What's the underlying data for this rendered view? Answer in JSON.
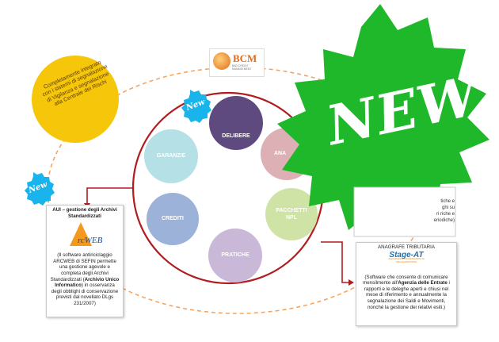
{
  "logo": {
    "name": "BCM",
    "subtitle": "BAD CREDIT MANAGEMENT"
  },
  "yellow_badge": "Completamente integrato con i sistemi di segnalazione di Vigilanza e segnalazione alla Centrale dei Rischi",
  "new_badges": [
    "New",
    "New"
  ],
  "big_new": "NEW",
  "circles": {
    "delibere": "DELIBERE",
    "garanzie": "GARANZIE",
    "crediti": "CREDITI",
    "pratiche": "PRATICHE",
    "pacchetti_line1": "PACCHETTI",
    "pacchetti_line2": "NPL",
    "anagrafe_partial": "ANA"
  },
  "aui_box": {
    "title": "AUI – gestione degli Archivi Standardizzati",
    "logo_text": "rcWEB",
    "body_pre": "(Il software antiriciclaggio ARCWEB di SEFIN permette una gestione agevole e completa degli Archivi Standardizzati (",
    "body_bold": "Archivio Unico Informatico",
    "body_post": ") in osservanza degli obblighi di conservazione previsti dal novellato DLgs 231/2007)"
  },
  "stage_box": {
    "title": "ANAGRAFE TRIBUTARIA",
    "logo_text": "Stage-AT",
    "logo_sub": "ANAGRAFE E INFORMAZIONI DI ORGANIZZAZIONE",
    "body_pre": "(Software che consente di comunicare mensilmente all'",
    "body_bold": "Agenzia  delle Entrate",
    "body_mid": " i rapporti e le deleghe aperti e chiusi nel mese di riferimento e annualmente la segnalazione dei Saldi e Movimenti, nonché la gestione dei relativi esiti.)"
  },
  "hidden_box": {
    "line1": "tiche e",
    "line2": "ghi su",
    "line3": "ri riche e",
    "line4": "eriodiche)"
  },
  "colors": {
    "green_star": "#1fb82a",
    "delibere": "#5e4a7e",
    "garanzie": "#b4e0e6",
    "crediti": "#9cb2d8",
    "pratiche": "#c9b8d8",
    "pacchetti": "#cfe3a6",
    "anagrafe": "#dcb0b4",
    "ring": "#b01c20",
    "dashed": "#f4a562",
    "yellow": "#f6c60b",
    "blue_badge": "#1ab4ec"
  }
}
